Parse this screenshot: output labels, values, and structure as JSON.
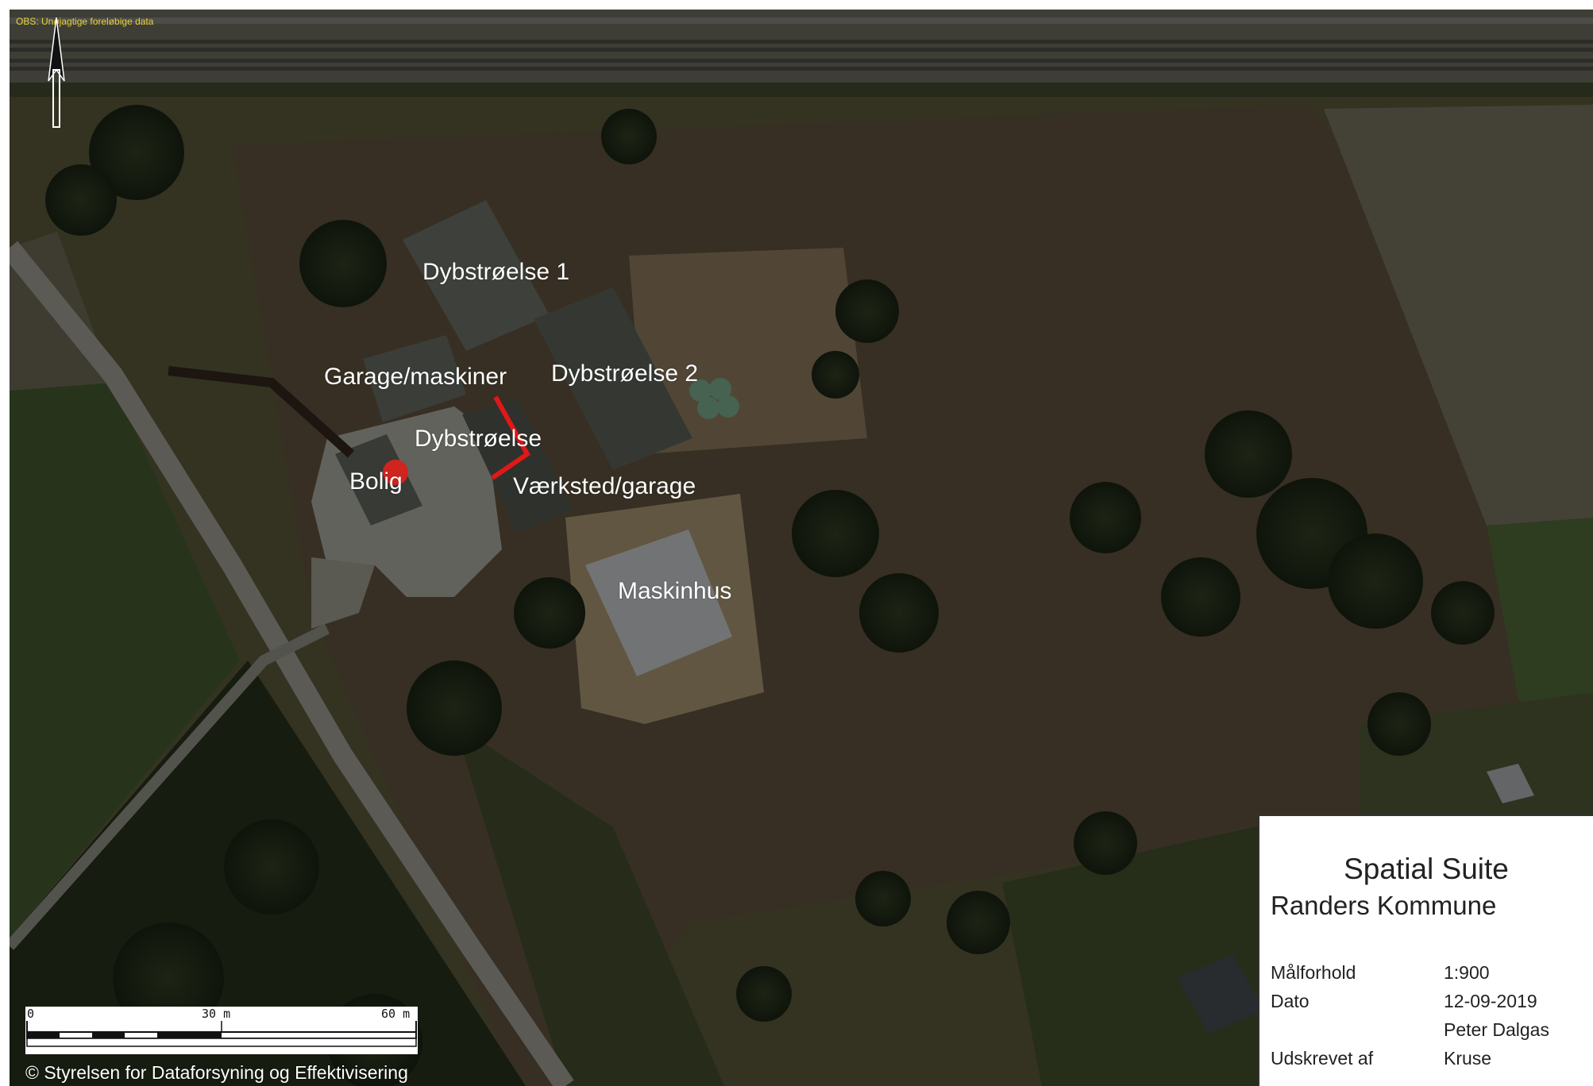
{
  "notice": "OBS: Unøjagtige foreløbige data",
  "labels": {
    "dybstroelse_1": "Dybstrøelse 1",
    "dybstroelse_2": "Dybstrøelse 2",
    "garage_maskiner": "Garage/maskiner",
    "dybstroelse": "Dybstrøelse",
    "bolig": "Bolig",
    "vaerksted_garage": "Værksted/garage",
    "maskinhus": "Maskinhus"
  },
  "scale_bar": {
    "tick_0": "0",
    "tick_30": "30 m",
    "tick_60": "60 m"
  },
  "copyright": "© Styrelsen for Dataforsyning og Effektivisering",
  "legend": {
    "title": "Spatial Suite",
    "organisation": "Randers Kommune",
    "scale_label": "Målforhold",
    "scale_value": "1:900",
    "date_label": "Dato",
    "date_value": "12-09-2019",
    "printed_by_label": "Udskrevet af",
    "printed_by_value_1": "Peter Dalgas",
    "printed_by_value_2": "Kruse"
  },
  "icons": {
    "north": "north-arrow-icon",
    "marker": "red-dot-marker"
  },
  "colors": {
    "marker": "#d0241e",
    "boundary_line": "#e01818",
    "label_text": "#ffffff"
  }
}
